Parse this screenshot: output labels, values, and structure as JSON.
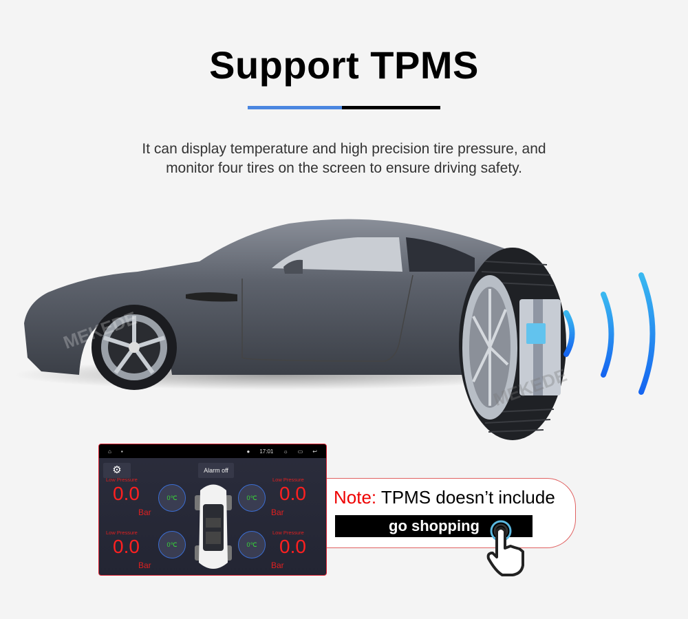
{
  "header": {
    "title": "Support TPMS",
    "description_line1": "It can display temperature and high precision tire pressure, and",
    "description_line2": "monitor four tires on the screen to ensure driving safety.",
    "divider_colors": {
      "left": "#4a86e0",
      "right": "#000000"
    }
  },
  "watermark": "MEKEDE",
  "screen": {
    "statusbar": {
      "time": "17:01",
      "icons": [
        "home-icon",
        "lock-icon",
        "location-icon",
        "bluetooth-icon",
        "brightness-icon",
        "recent-apps-icon",
        "back-icon"
      ]
    },
    "settings_icon": "⚙",
    "alarm_button": "Alarm off",
    "tires": [
      {
        "position": "front-left",
        "status": "Low Pressure",
        "value": "0.0",
        "unit": "Bar",
        "temp": "0℃"
      },
      {
        "position": "front-right",
        "status": "Low Pressure",
        "value": "0.0",
        "unit": "Bar",
        "temp": "0℃"
      },
      {
        "position": "rear-left",
        "status": "Low Pressure",
        "value": "0.0",
        "unit": "Bar",
        "temp": "0℃"
      },
      {
        "position": "rear-right",
        "status": "Low Pressure",
        "value": "0.0",
        "unit": "Bar",
        "temp": "0℃"
      }
    ]
  },
  "note": {
    "label": "Note:",
    "text": " TPMS doesn’t include",
    "button": "go shopping"
  },
  "colors": {
    "accent_blue": "#1e7ff0",
    "alert_red": "#ff2020",
    "temp_green": "#38d838"
  }
}
